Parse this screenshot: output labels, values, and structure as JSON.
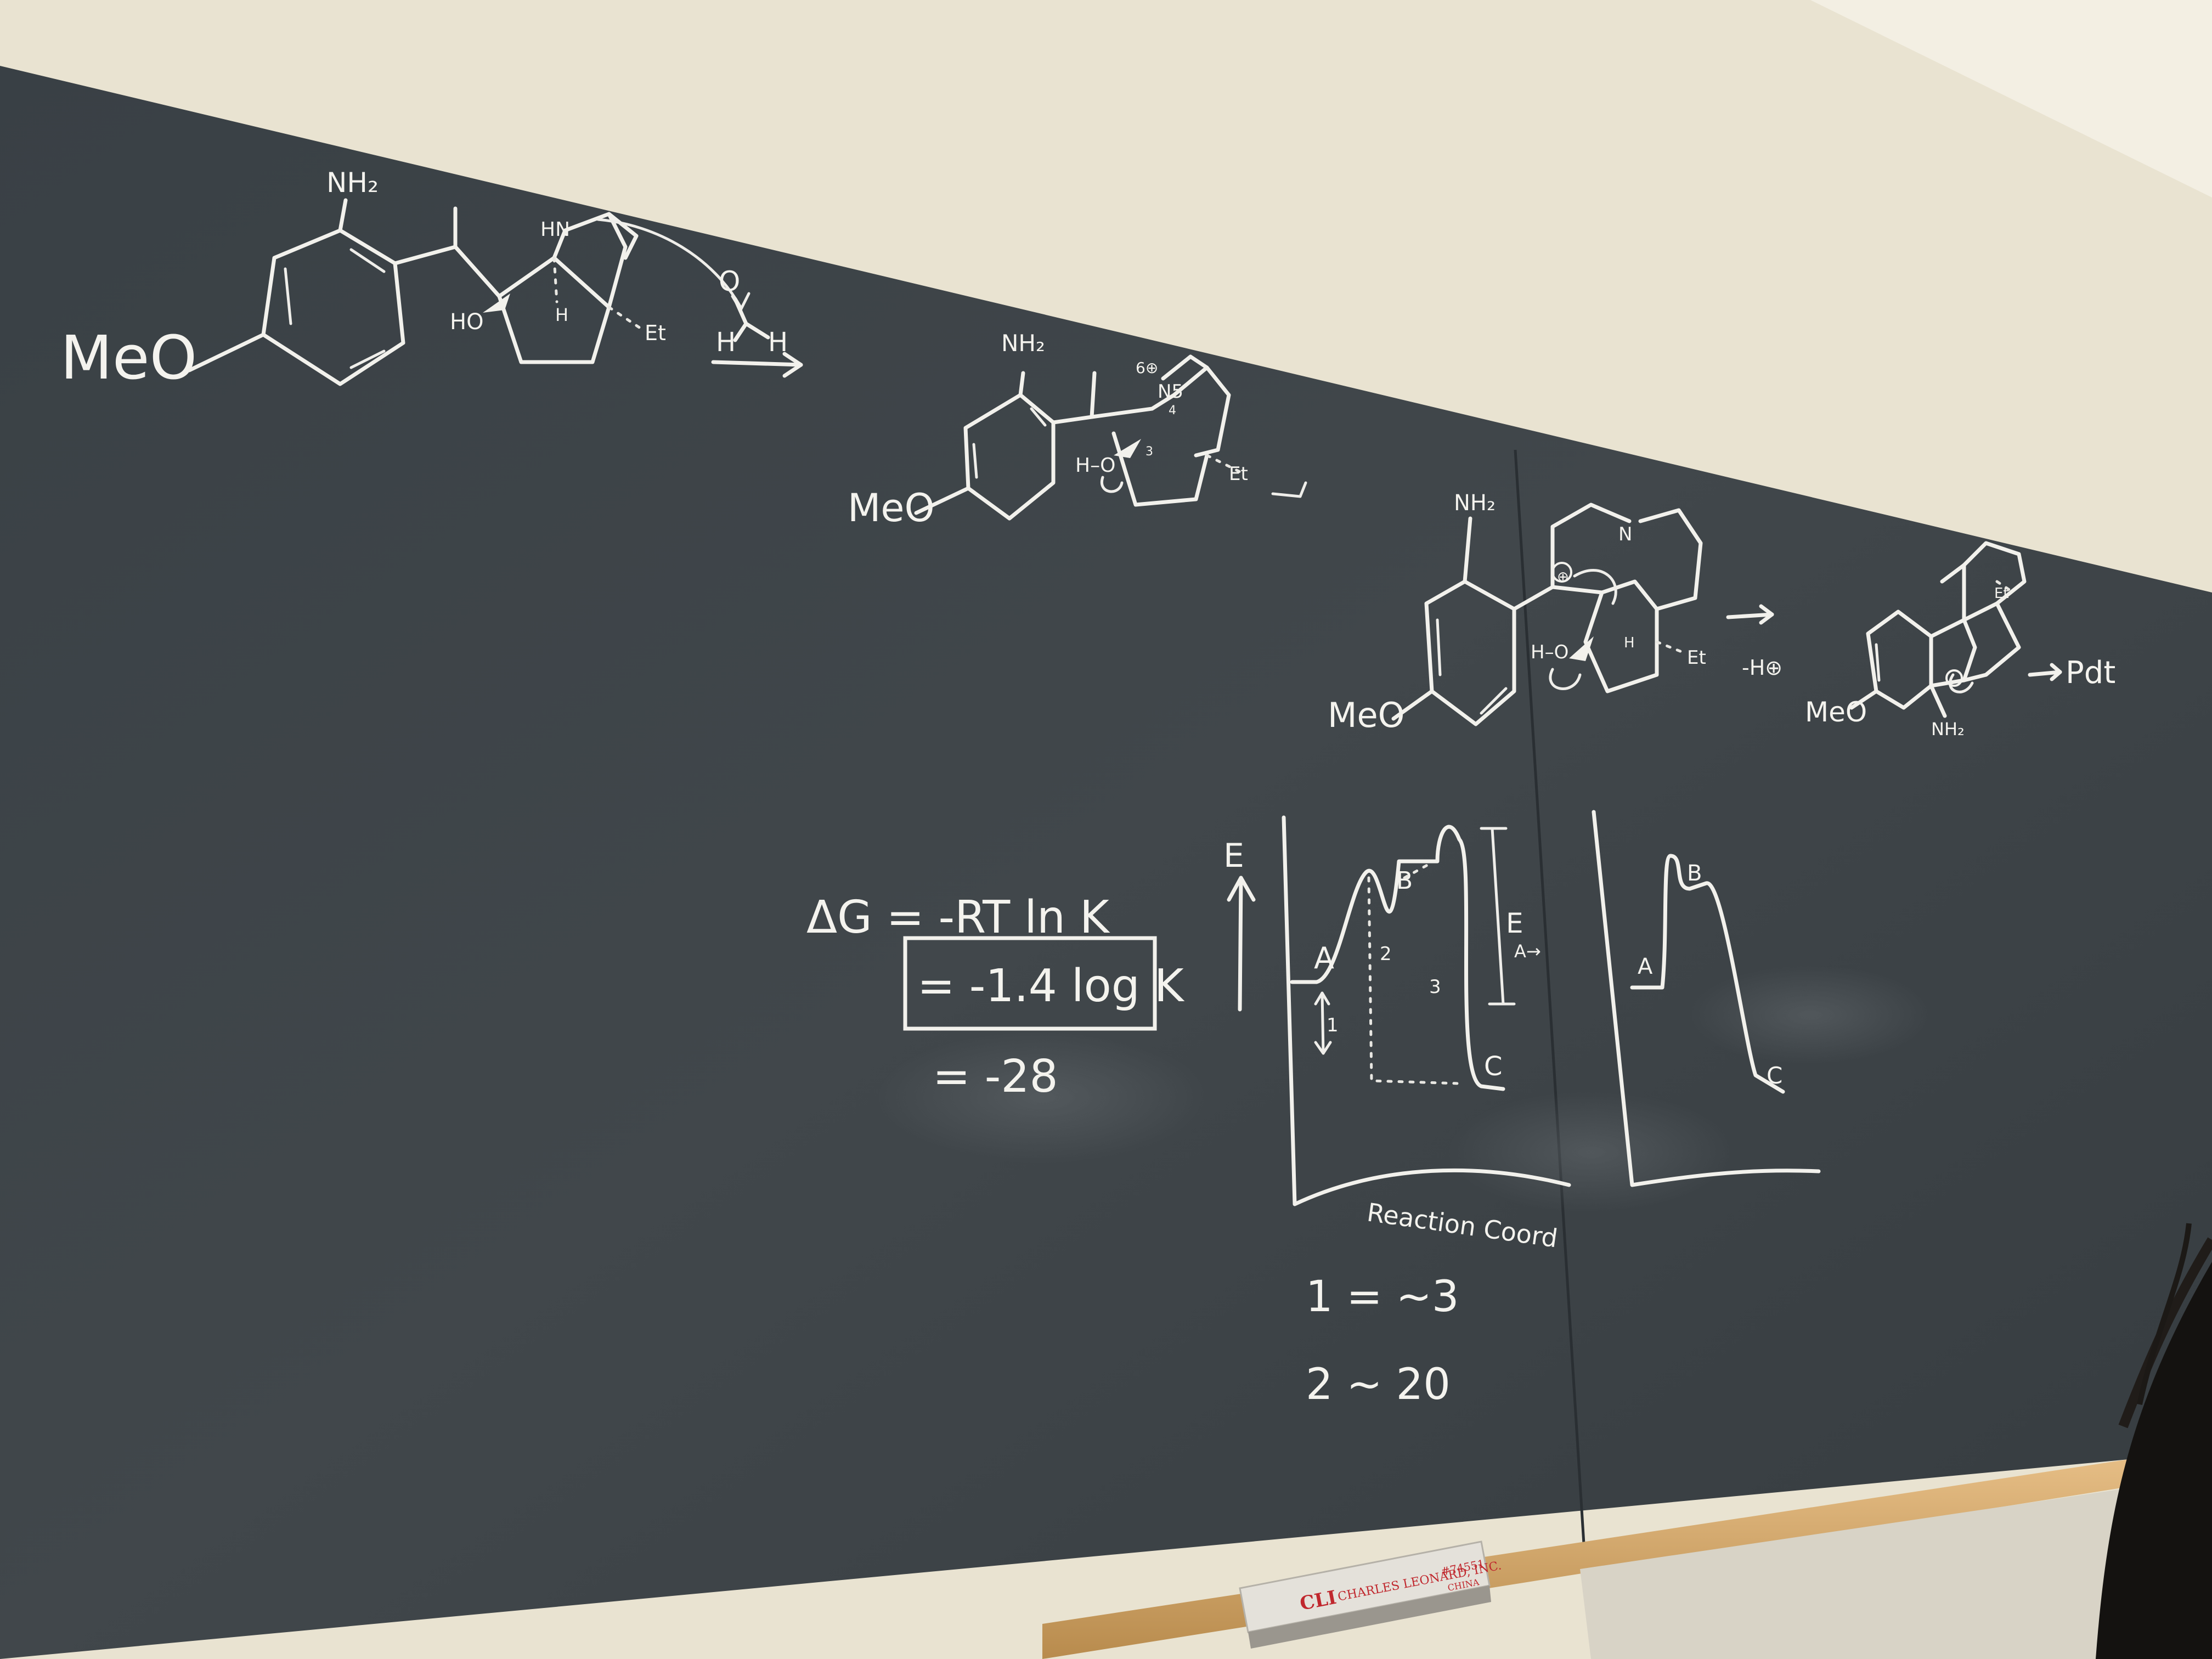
{
  "colors": {
    "wall": "#e9e3d1",
    "board": "#3e4448",
    "chalk": "#f2f1ec",
    "tray": "#d9ad6e",
    "eraser_label": "#c0272d"
  },
  "chemistry": {
    "step1": {
      "substituent_left": "MeO",
      "amine": "NH₂",
      "hydroxyl": "HO",
      "nh": "HN",
      "h_label": "H",
      "ethyl": "Et",
      "reagent_h_left": "H",
      "reagent_h_right": "H",
      "reagent_o": "O"
    },
    "step2": {
      "substituent": "MeO",
      "amine": "NH₂",
      "hydroxyl": "H–O",
      "ethyl": "Et",
      "charge_label": "6⊕",
      "n_label": "N5",
      "ring_number_3": "3",
      "ring_number_4": "4"
    },
    "step3": {
      "substituent": "MeO",
      "amine": "NH₂",
      "n_label": "N",
      "charge": "⊕",
      "hydroxyl": "H–O",
      "h_label": "H",
      "ethyl": "Et",
      "minus_h": "-H⊕"
    },
    "step4": {
      "substituent": "MeO",
      "amine": "NH₂",
      "ethyl": "Et",
      "product": "Pdt"
    }
  },
  "equations": {
    "line1": "ΔG = -RT ln K",
    "boxed": "= -1.4  log K",
    "line3": "= -28"
  },
  "energy_diagram_1": {
    "y_axis_label": "E",
    "x_axis_label": "Reaction Coord",
    "label_a": "A",
    "label_b": "B",
    "label_c": "C",
    "label_1": "1",
    "label_2": "2",
    "label_3": "3",
    "barrier_label": "E",
    "barrier_subscript": "A→"
  },
  "energy_diagram_2": {
    "label_a": "A",
    "label_b": "B",
    "label_c": "C"
  },
  "notes": {
    "line1": "1 = ~3",
    "line2": "2 ~ 20"
  },
  "eraser": {
    "brand": "CLI",
    "maker": "CHARLES LEONARD, INC.",
    "model": "#74551",
    "origin": "CHINA"
  }
}
